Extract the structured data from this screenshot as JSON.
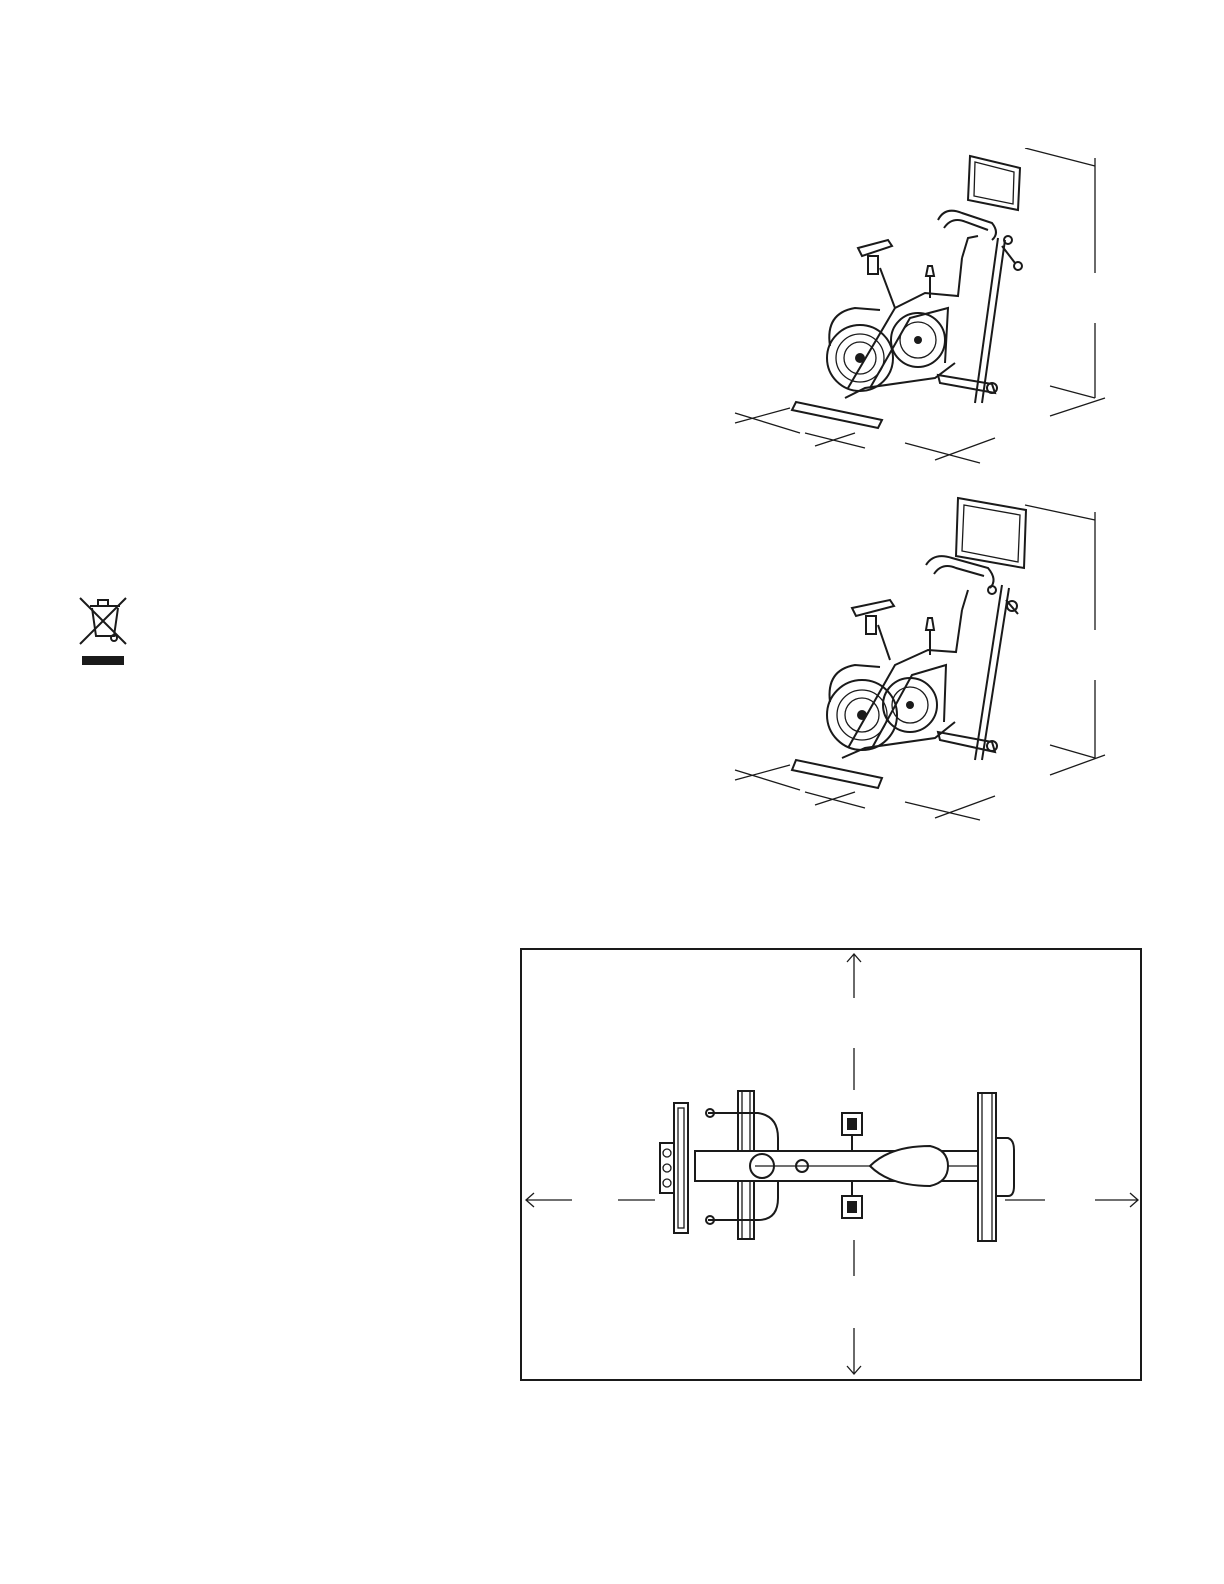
{
  "page": {
    "figures": [
      {
        "id": "bike-iso-1",
        "icon": "exercise-bike-isometric-icon"
      },
      {
        "id": "bike-iso-2",
        "icon": "exercise-bike-isometric-icon"
      },
      {
        "id": "bike-top",
        "icon": "exercise-bike-top-view-icon"
      }
    ],
    "weee_symbol": {
      "icon": "crossed-out-wheelie-bin-icon"
    },
    "colors": {
      "ink": "#1a1a1a",
      "paper": "#ffffff"
    }
  }
}
